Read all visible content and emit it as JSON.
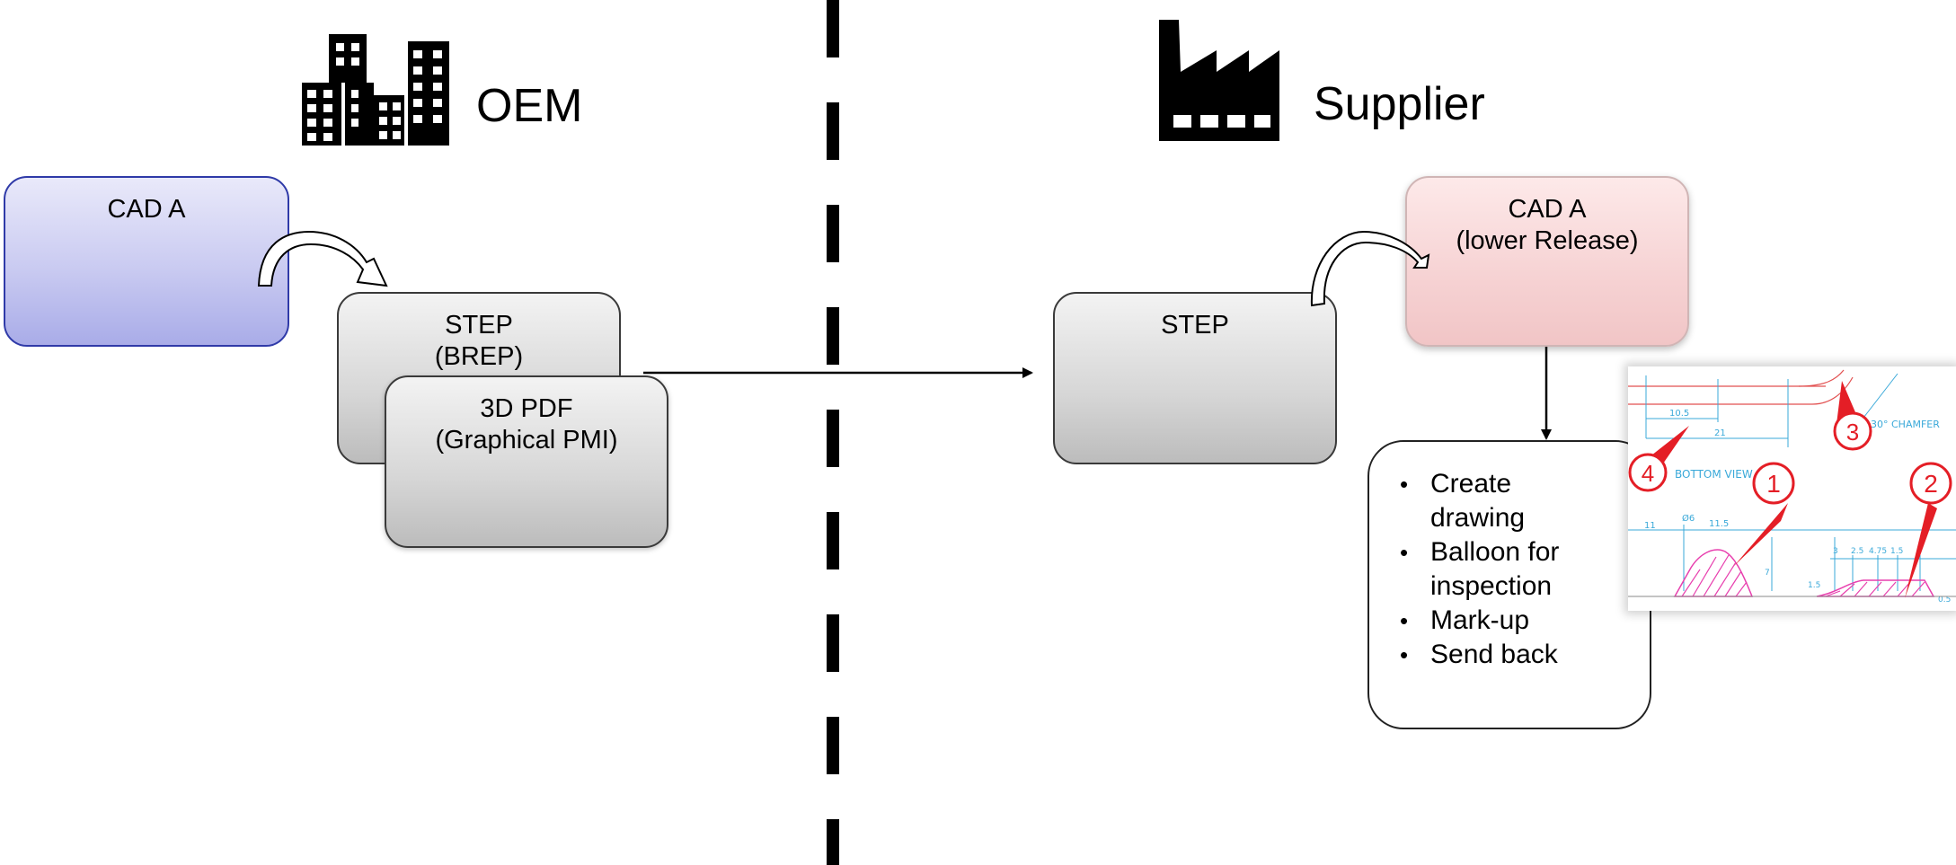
{
  "oem": {
    "title": "OEM"
  },
  "supplier": {
    "title": "Supplier"
  },
  "boxes": {
    "cad_a": {
      "lines": [
        "CAD A"
      ]
    },
    "step_brep": {
      "lines": [
        "STEP",
        "(BREP)"
      ]
    },
    "pdf_3d": {
      "lines": [
        "3D PDF",
        "(Graphical PMI)"
      ]
    },
    "step_supplier": {
      "lines": [
        "STEP"
      ]
    },
    "cad_a_lower": {
      "lines": [
        "CAD A",
        "(lower Release)"
      ]
    }
  },
  "tasks": [
    "Create drawing",
    "Balloon for inspection",
    "Mark-up",
    "Send back"
  ],
  "drawing": {
    "dims": [
      "10.5",
      "21",
      "Ø6",
      "11.5",
      "11",
      "3",
      "2.5",
      "4.75",
      "1.5",
      "7",
      "1.5",
      "0.5"
    ],
    "labels": {
      "chamfer": "30° CHAMFER",
      "bottom_view": "BOTTOM VIEW"
    },
    "balloons": [
      "1",
      "2",
      "3",
      "4"
    ]
  },
  "icons": {
    "oem": "office-buildings-icon",
    "supplier": "factory-icon"
  },
  "colors": {
    "cad_box": "#c9caf1",
    "step_box": "#d6d6d6",
    "lower_release_box": "#f6d2d3",
    "balloon": "#e41e26",
    "dimension": "#3aa9d9",
    "hatch": "#e83fae"
  }
}
